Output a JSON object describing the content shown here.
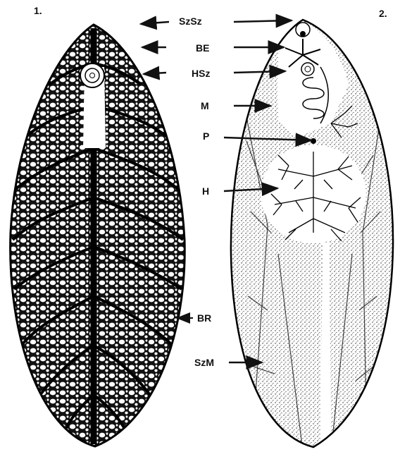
{
  "figure_numbers": {
    "left": "1.",
    "right": "2."
  },
  "labels": {
    "szsz": "SzSz",
    "be": "BE",
    "hsz": "HSz",
    "m": "M",
    "p": "P",
    "h": "H",
    "br": "BR",
    "szm": "SzM"
  },
  "colors": {
    "ink": "#111111",
    "paper": "#ffffff"
  }
}
